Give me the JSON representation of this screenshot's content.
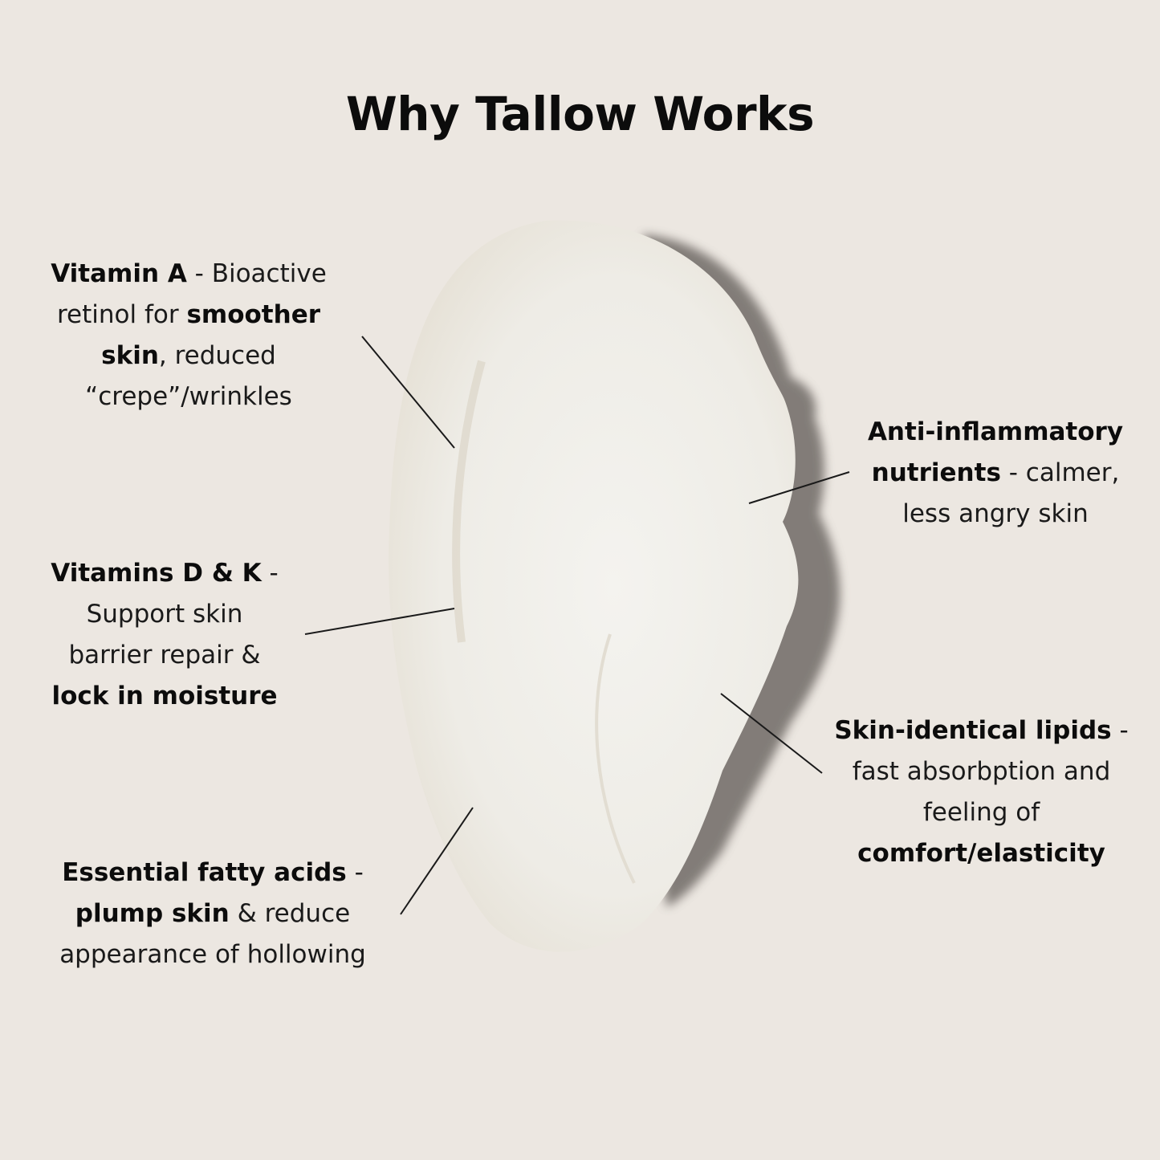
{
  "title": "Why Tallow Works",
  "callouts": [
    {
      "id": "vitamin-a",
      "lines": [
        [
          {
            "t": "Vitamin A",
            "b": true
          },
          {
            "t": " - Bioactive",
            "b": false
          }
        ],
        [
          {
            "t": "retinol for ",
            "b": false
          },
          {
            "t": "smoother",
            "b": true
          }
        ],
        [
          {
            "t": "skin",
            "b": true
          },
          {
            "t": ", reduced",
            "b": false
          }
        ],
        [
          {
            "t": "“crepe”/wrinkles",
            "b": false
          }
        ]
      ]
    },
    {
      "id": "vitamins-d-k",
      "lines": [
        [
          {
            "t": "Vitamins D & K",
            "b": true
          },
          {
            "t": " -",
            "b": false
          }
        ],
        [
          {
            "t": "Support skin",
            "b": false
          }
        ],
        [
          {
            "t": "barrier repair &",
            "b": false
          }
        ],
        [
          {
            "t": "lock in moisture",
            "b": true
          }
        ]
      ]
    },
    {
      "id": "fatty-acids",
      "lines": [
        [
          {
            "t": "Essential fatty acids",
            "b": true
          },
          {
            "t": " -",
            "b": false
          }
        ],
        [
          {
            "t": "plump skin",
            "b": true
          },
          {
            "t": " & reduce",
            "b": false
          }
        ],
        [
          {
            "t": "appearance of hollowing",
            "b": false
          }
        ]
      ]
    },
    {
      "id": "anti-inflammatory",
      "lines": [
        [
          {
            "t": "Anti-inflammatory",
            "b": true
          }
        ],
        [
          {
            "t": "nutrients",
            "b": true
          },
          {
            "t": " - calmer,",
            "b": false
          }
        ],
        [
          {
            "t": "less angry skin",
            "b": false
          }
        ]
      ]
    },
    {
      "id": "lipids",
      "lines": [
        [
          {
            "t": "Skin-identical lipids",
            "b": true
          },
          {
            "t": " -",
            "b": false
          }
        ],
        [
          {
            "t": "fast absorbption and",
            "b": false
          }
        ],
        [
          {
            "t": "feeling of",
            "b": false
          }
        ],
        [
          {
            "t": "comfort/elasticity",
            "b": true
          }
        ]
      ]
    }
  ],
  "colors": {
    "background": "#ece7e1",
    "cream": "#f3f1ec",
    "shadow": "#6f6a66",
    "text": "#111111"
  }
}
